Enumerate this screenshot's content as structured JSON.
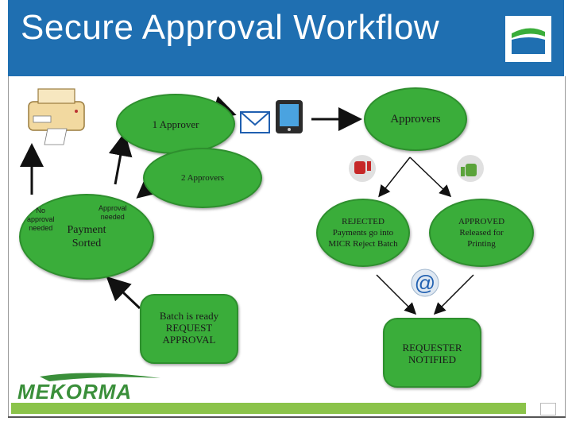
{
  "header": {
    "title": "Secure Approval Workflow"
  },
  "nodes": {
    "approver_one": "1 Approver",
    "approvers": "Approvers",
    "approvers_two": "2 Approvers",
    "payment_sorted": {
      "line1": "Payment",
      "line2": "Sorted"
    },
    "no_approval": {
      "line1": "No",
      "line2": "approval",
      "line3": "needed"
    },
    "approval_needed": {
      "line1": "Approval",
      "line2": "needed"
    },
    "batch_ready": {
      "line1": "Batch is ready",
      "line2": "REQUEST",
      "line3": "APPROVAL"
    },
    "rejected": {
      "line1": "REJECTED",
      "line2": "Payments go into",
      "line3": "MICR Reject Batch"
    },
    "approved": {
      "line1": "APPROVED",
      "line2": "Released for",
      "line3": "Printing"
    },
    "requester": {
      "line1": "REQUESTER",
      "line2": "NOTIFIED"
    }
  },
  "footer": {
    "brand": "MEKORMA"
  },
  "colors": {
    "header": "#1f6fb1",
    "node": "#3aad3a",
    "footer_bar": "#8bc34a",
    "brand": "#3a8f3a"
  }
}
